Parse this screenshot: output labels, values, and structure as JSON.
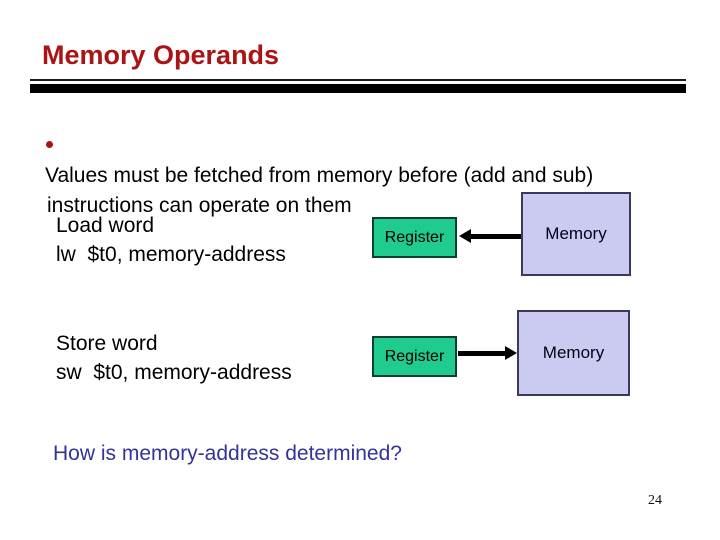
{
  "slide": {
    "title": "Memory Operands",
    "bullet": {
      "lines": [
        "Values must be fetched from memory before (add and sub)",
        "instructions can operate on them"
      ]
    },
    "load": {
      "lines": [
        "Load word",
        "lw  $t0, memory-address"
      ],
      "register_label": "Register",
      "memory_label": "Memory",
      "arrow_direction": "memory-to-register"
    },
    "store": {
      "lines": [
        "Store word",
        "sw  $t0, memory-address"
      ],
      "register_label": "Register",
      "memory_label": "Memory",
      "arrow_direction": "register-to-memory"
    },
    "question": "How is memory-address determined?",
    "page_number": "24",
    "colors": {
      "title_red": "#aa1414",
      "bullet_red": "#aa1414",
      "register_green": "#1fcb8d",
      "memory_lavender": "#cbcbf1",
      "question_blue": "#333399",
      "divider_black": "#000000"
    }
  }
}
